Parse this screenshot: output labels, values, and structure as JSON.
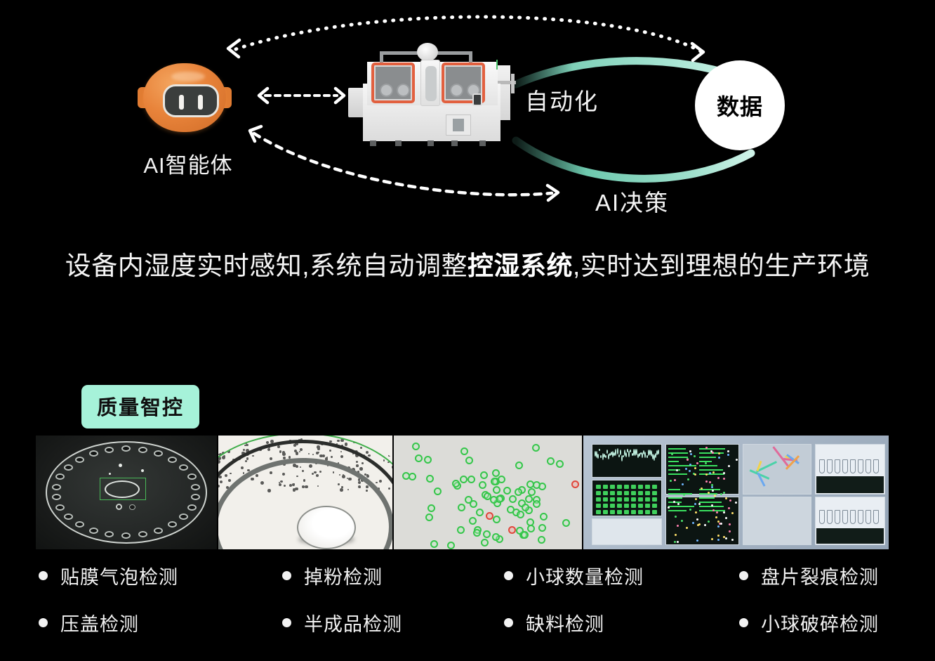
{
  "diagram": {
    "agent_label": "AI智能体",
    "automation_label": "自动化",
    "ai_decision_label": "AI决策",
    "data_label": "数据",
    "robot_icon": "ai-robot-head-icon",
    "machine_icon": "industrial-machine-icon",
    "arrows": {
      "top_arc": "dashed-bidirectional-arc-top",
      "middle": "dashed-bidirectional-arrow-middle",
      "bottom_arc": "dashed-bidirectional-arc-bottom"
    },
    "colors": {
      "teal_arc": "#8ed6c0",
      "robot_orange": "#e8833a",
      "data_circle_bg": "#ffffff"
    }
  },
  "headline": {
    "prefix": "设备内湿度实时感知,系统自动调整",
    "emphasis": "控湿系统",
    "suffix": ",实时达到理想的生产环境"
  },
  "badge": {
    "label": "质量智控",
    "bg_color": "#a6f2d9",
    "text_color": "#101010"
  },
  "gallery": {
    "items": [
      {
        "name": "film-bubble-inspection-image",
        "caption": "贴膜气泡检测"
      },
      {
        "name": "powder-drop-inspection-image",
        "caption": "掉粉检测"
      },
      {
        "name": "ball-count-inspection-image",
        "caption": "小球数量检测"
      },
      {
        "name": "multi-panel-dashboard-image",
        "caption": "盘片裂痕检测"
      }
    ]
  },
  "detections": {
    "columns": [
      {
        "items": [
          "贴膜气泡检测",
          "压盖检测"
        ]
      },
      {
        "items": [
          "掉粉检测",
          "半成品检测"
        ]
      },
      {
        "items": [
          "小球数量检测",
          "缺料检测"
        ]
      },
      {
        "items": [
          "盘片裂痕检测",
          "小球破碎检测"
        ]
      }
    ]
  }
}
